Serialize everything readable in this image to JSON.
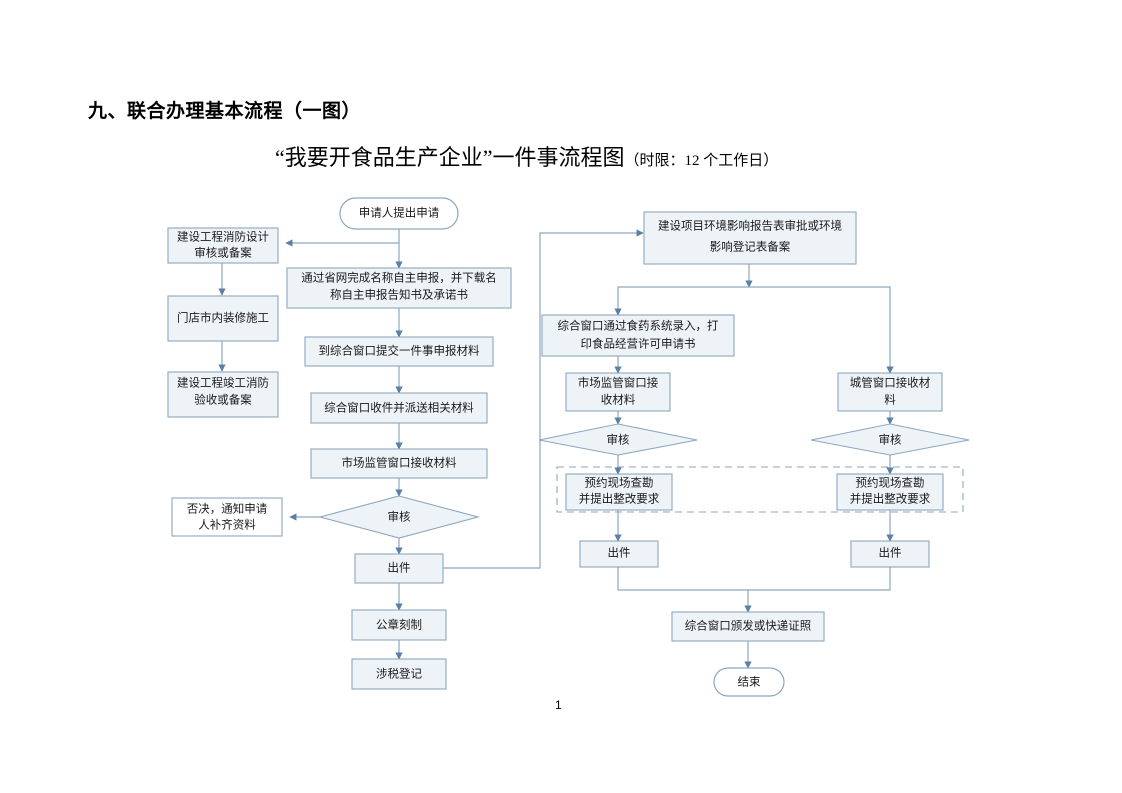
{
  "document": {
    "heading": "九、联合办理基本流程（一图）",
    "title_main": "“我要开食品生产企业”一件事流程图",
    "title_sub": "（时限：12 个工作日）",
    "page_number": "1"
  },
  "colors": {
    "node_fill": "#eef3f8",
    "node_stroke": "#8ca7bf",
    "connector": "#8ca7bf",
    "text": "#1a1a1a",
    "page_background": "#ffffff"
  },
  "chart_data": {
    "type": "diagram",
    "title": "“我要开食品生产企业”一件事流程图",
    "lanes": [
      "left-construction",
      "center-main",
      "right-environment",
      "right-urban-management"
    ],
    "nodes": [
      {
        "id": "start",
        "shape": "terminator",
        "label": "申请人提出申请",
        "lane": "center-main"
      },
      {
        "id": "fire_design",
        "shape": "process",
        "label": "建设工程消防设计\n审核或备案",
        "lane": "left-construction"
      },
      {
        "id": "decoration",
        "shape": "process",
        "label": "门店市内装修施工",
        "lane": "left-construction"
      },
      {
        "id": "fire_accept",
        "shape": "process",
        "label": "建设工程竣工消防\n验收或备案",
        "lane": "left-construction"
      },
      {
        "id": "name_declare",
        "shape": "process",
        "label": "通过省网完成名称自主申报，并下载名\n称自主申报告知书及承诺书",
        "lane": "center-main"
      },
      {
        "id": "submit",
        "shape": "process",
        "label": "到综合窗口提交一件事申报材料",
        "lane": "center-main"
      },
      {
        "id": "dispatch",
        "shape": "process",
        "label": "综合窗口收件并派送相关材料",
        "lane": "center-main"
      },
      {
        "id": "sjw_receive",
        "shape": "process",
        "label": "市场监管窗口接收材料",
        "lane": "center-main"
      },
      {
        "id": "review_c",
        "shape": "decision",
        "label": "审核",
        "lane": "center-main"
      },
      {
        "id": "reject",
        "shape": "process",
        "label": "否决，通知申请\n人补齐资料",
        "lane": "center-main"
      },
      {
        "id": "out_c",
        "shape": "process",
        "label": "出件",
        "lane": "center-main"
      },
      {
        "id": "seal",
        "shape": "process",
        "label": "公章刻制",
        "lane": "center-main"
      },
      {
        "id": "tax",
        "shape": "process",
        "label": "涉税登记",
        "lane": "center-main"
      },
      {
        "id": "env_approve",
        "shape": "process",
        "label": "建设项目环境影响报告表审批或环境\n影响登记表备案",
        "lane": "right-environment"
      },
      {
        "id": "food_entry",
        "shape": "process",
        "label": "综合窗口通过食药系统录入，打\n印食品经营许可申请书",
        "lane": "right-environment"
      },
      {
        "id": "sjg_receive",
        "shape": "process",
        "label": "市场监管窗口接\n收材料",
        "lane": "right-environment"
      },
      {
        "id": "review_r1",
        "shape": "decision",
        "label": "审核",
        "lane": "right-environment"
      },
      {
        "id": "survey_r1",
        "shape": "process",
        "label": "预约现场查勘\n并提出整改要求",
        "lane": "right-environment"
      },
      {
        "id": "out_r1",
        "shape": "process",
        "label": "出件",
        "lane": "right-environment"
      },
      {
        "id": "cg_receive",
        "shape": "process",
        "label": "城管窗口接收材\n料",
        "lane": "right-urban-management"
      },
      {
        "id": "review_r2",
        "shape": "decision",
        "label": "审核",
        "lane": "right-urban-management"
      },
      {
        "id": "survey_r2",
        "shape": "process",
        "label": "预约现场查勘\n并提出整改要求",
        "lane": "right-urban-management"
      },
      {
        "id": "out_r2",
        "shape": "process",
        "label": "出件",
        "lane": "right-urban-management"
      },
      {
        "id": "issue",
        "shape": "process",
        "label": "综合窗口颁发或快递证照",
        "lane": "right-environment"
      },
      {
        "id": "end",
        "shape": "terminator",
        "label": "结束",
        "lane": "right-environment"
      }
    ],
    "group_boxes": [
      {
        "id": "onsite_group",
        "style": "dashed",
        "contains": [
          "survey_r1",
          "survey_r2"
        ]
      }
    ],
    "edges": [
      {
        "from": "start",
        "to": "fire_design"
      },
      {
        "from": "start",
        "to": "name_declare"
      },
      {
        "from": "fire_design",
        "to": "decoration"
      },
      {
        "from": "decoration",
        "to": "fire_accept"
      },
      {
        "from": "name_declare",
        "to": "submit"
      },
      {
        "from": "submit",
        "to": "dispatch"
      },
      {
        "from": "dispatch",
        "to": "sjw_receive"
      },
      {
        "from": "sjw_receive",
        "to": "review_c"
      },
      {
        "from": "review_c",
        "to": "reject"
      },
      {
        "from": "review_c",
        "to": "out_c"
      },
      {
        "from": "out_c",
        "to": "seal"
      },
      {
        "from": "seal",
        "to": "tax"
      },
      {
        "from": "out_c",
        "to": "env_approve"
      },
      {
        "from": "env_approve",
        "to": "food_entry"
      },
      {
        "from": "env_approve",
        "to": "cg_receive"
      },
      {
        "from": "food_entry",
        "to": "sjg_receive"
      },
      {
        "from": "sjg_receive",
        "to": "review_r1"
      },
      {
        "from": "review_r1",
        "to": "survey_r1"
      },
      {
        "from": "survey_r1",
        "to": "out_r1"
      },
      {
        "from": "cg_receive",
        "to": "review_r2"
      },
      {
        "from": "review_r2",
        "to": "survey_r2"
      },
      {
        "from": "survey_r2",
        "to": "out_r2"
      },
      {
        "from": "out_r1",
        "to": "issue"
      },
      {
        "from": "out_r2",
        "to": "issue"
      },
      {
        "from": "issue",
        "to": "end"
      }
    ]
  },
  "labels": {
    "start": "申请人提出申请",
    "fire_design_l1": "建设工程消防设计",
    "fire_design_l2": "审核或备案",
    "decoration": "门店市内装修施工",
    "fire_accept_l1": "建设工程竣工消防",
    "fire_accept_l2": "验收或备案",
    "name_declare_l1": "通过省网完成名称自主申报，并下载名",
    "name_declare_l2": "称自主申报告知书及承诺书",
    "submit": "到综合窗口提交一件事申报材料",
    "dispatch": "综合窗口收件并派送相关材料",
    "sjw_receive": "市场监管窗口接收材料",
    "review_c": "审核",
    "reject_l1": "否决，通知申请",
    "reject_l2": "人补齐资料",
    "out_c": "出件",
    "seal": "公章刻制",
    "tax": "涉税登记",
    "env_approve_l1": "建设项目环境影响报告表审批或环境",
    "env_approve_l2": "影响登记表备案",
    "food_entry_l1": "综合窗口通过食药系统录入，打",
    "food_entry_l2": "印食品经营许可申请书",
    "sjg_receive_l1": "市场监管窗口接",
    "sjg_receive_l2": "收材料",
    "review_r1": "审核",
    "survey_r1_l1": "预约现场查勘",
    "survey_r1_l2": "并提出整改要求",
    "out_r1": "出件",
    "cg_receive_l1": "城管窗口接收材",
    "cg_receive_l2": "料",
    "review_r2": "审核",
    "survey_r2_l1": "预约现场查勘",
    "survey_r2_l2": "并提出整改要求",
    "out_r2": "出件",
    "issue": "综合窗口颁发或快递证照",
    "end": "结束"
  }
}
